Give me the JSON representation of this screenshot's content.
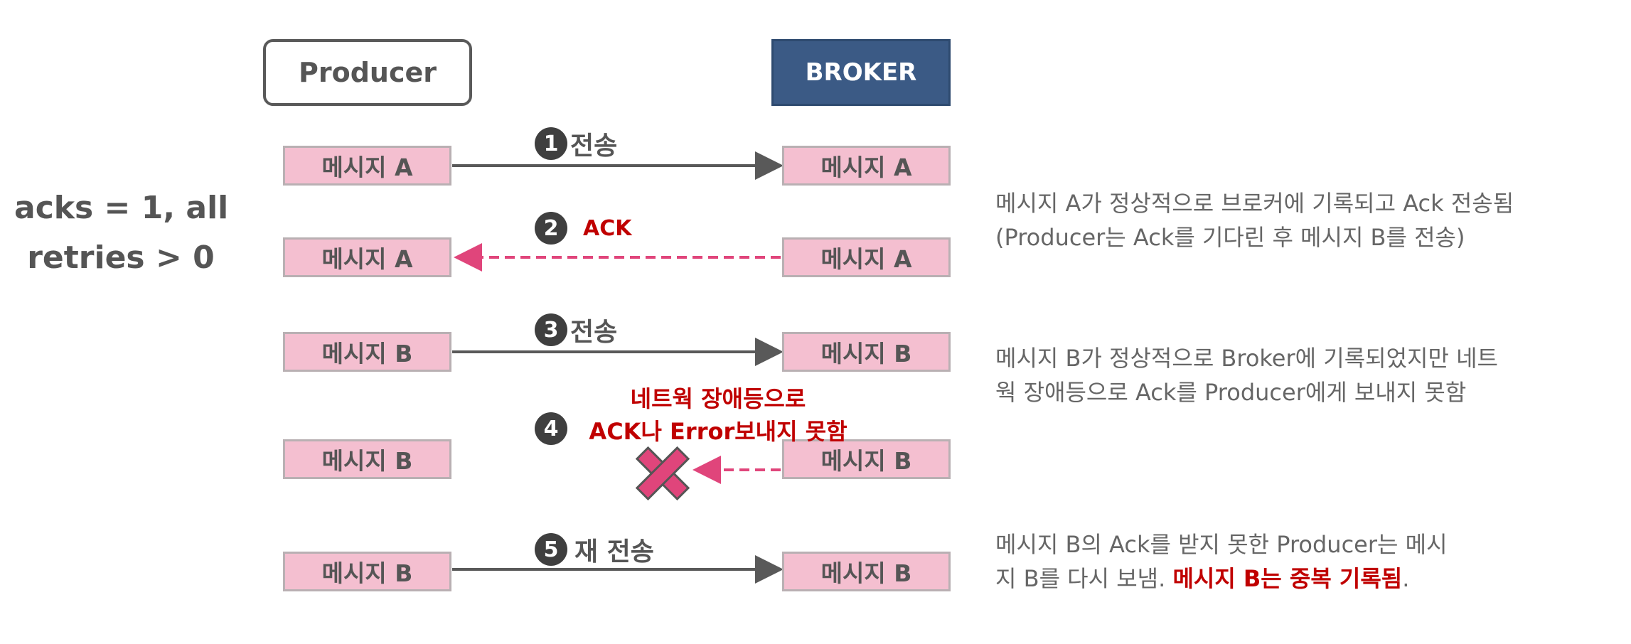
{
  "headers": {
    "producer": "Producer",
    "broker": "BROKER"
  },
  "config": {
    "line1": "acks = 1, all",
    "line2": "retries > 0"
  },
  "rows": [
    {
      "left": "메시지 A",
      "right": "메시지 A"
    },
    {
      "left": "메시지 A",
      "right": "메시지 A"
    },
    {
      "left": "메시지 B",
      "right": "메시지 B"
    },
    {
      "left": "메시지 B",
      "right": "메시지 B"
    },
    {
      "left": "메시지 B",
      "right": "메시지 B"
    }
  ],
  "steps": [
    {
      "num": "1",
      "label": "전송"
    },
    {
      "num": "2",
      "label": "ACK"
    },
    {
      "num": "3",
      "label": "전송"
    },
    {
      "num": "4",
      "label_line1": "네트웍 장애등으로",
      "label_line2": "ACK나 Error보내지 못함"
    },
    {
      "num": "5",
      "label": "재 전송"
    }
  ],
  "descriptions": {
    "d1": {
      "line1": "메시지 A가 정상적으로 브로커에 기록되고 Ack 전송됨",
      "line2": "(Producer는 Ack를 기다린 후 메시지 B를 전송)"
    },
    "d2": {
      "line1": "메시지 B가 정상적으로 Broker에 기록되었지만 네트",
      "line2": "웍 장애등으로 Ack를 Producer에게 보내지 못함"
    },
    "d3": {
      "line1": "메시지 B의 Ack를 받지 못한 Producer는 메시",
      "line2_pre": "지 B를 다시 보냄. ",
      "line2_hl": "메시지 B는 중복 기록됨",
      "line2_post": "."
    }
  },
  "colors": {
    "broker_fill": "#3b5a85",
    "message_fill": "#f4bfd0",
    "ack_arrow": "#e0457b",
    "highlight_text": "#c00000",
    "error_x": "#e0457b"
  }
}
